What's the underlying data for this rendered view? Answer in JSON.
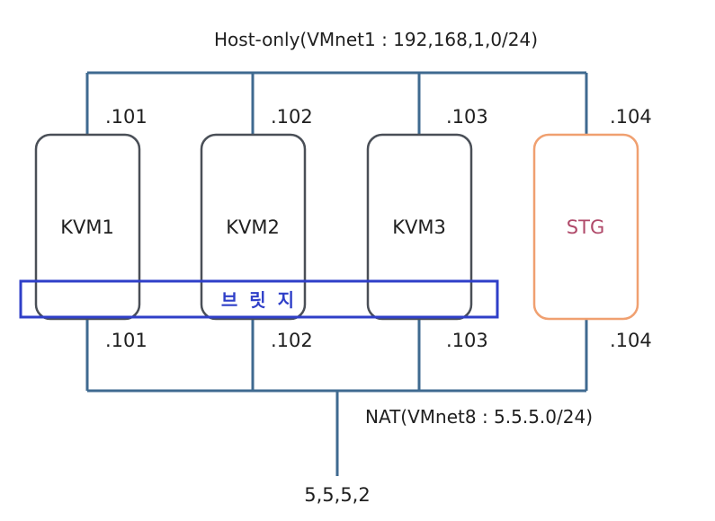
{
  "colors": {
    "line": "#3f6a90",
    "node_border": "#4a4f57",
    "storage_border": "#f0a070",
    "storage_text": "#b04a6a",
    "bridge": "#2f3fc8"
  },
  "host_only": {
    "label": "Host-only(VMnet1 : 192,168,1,0/24)"
  },
  "nat": {
    "label": "NAT(VMnet8 : 5.5.5.0/24)",
    "gateway": "5,5,5,2"
  },
  "nodes": [
    {
      "label": "KVM1",
      "top_ip": ".101",
      "bottom_ip": ".101"
    },
    {
      "label": "KVM2",
      "top_ip": ".102",
      "bottom_ip": ".102"
    },
    {
      "label": "KVM3",
      "top_ip": ".103",
      "bottom_ip": ".103"
    },
    {
      "label": "STG",
      "top_ip": ".104",
      "bottom_ip": ".104"
    }
  ],
  "bridge": {
    "label": "브 릿 지"
  }
}
